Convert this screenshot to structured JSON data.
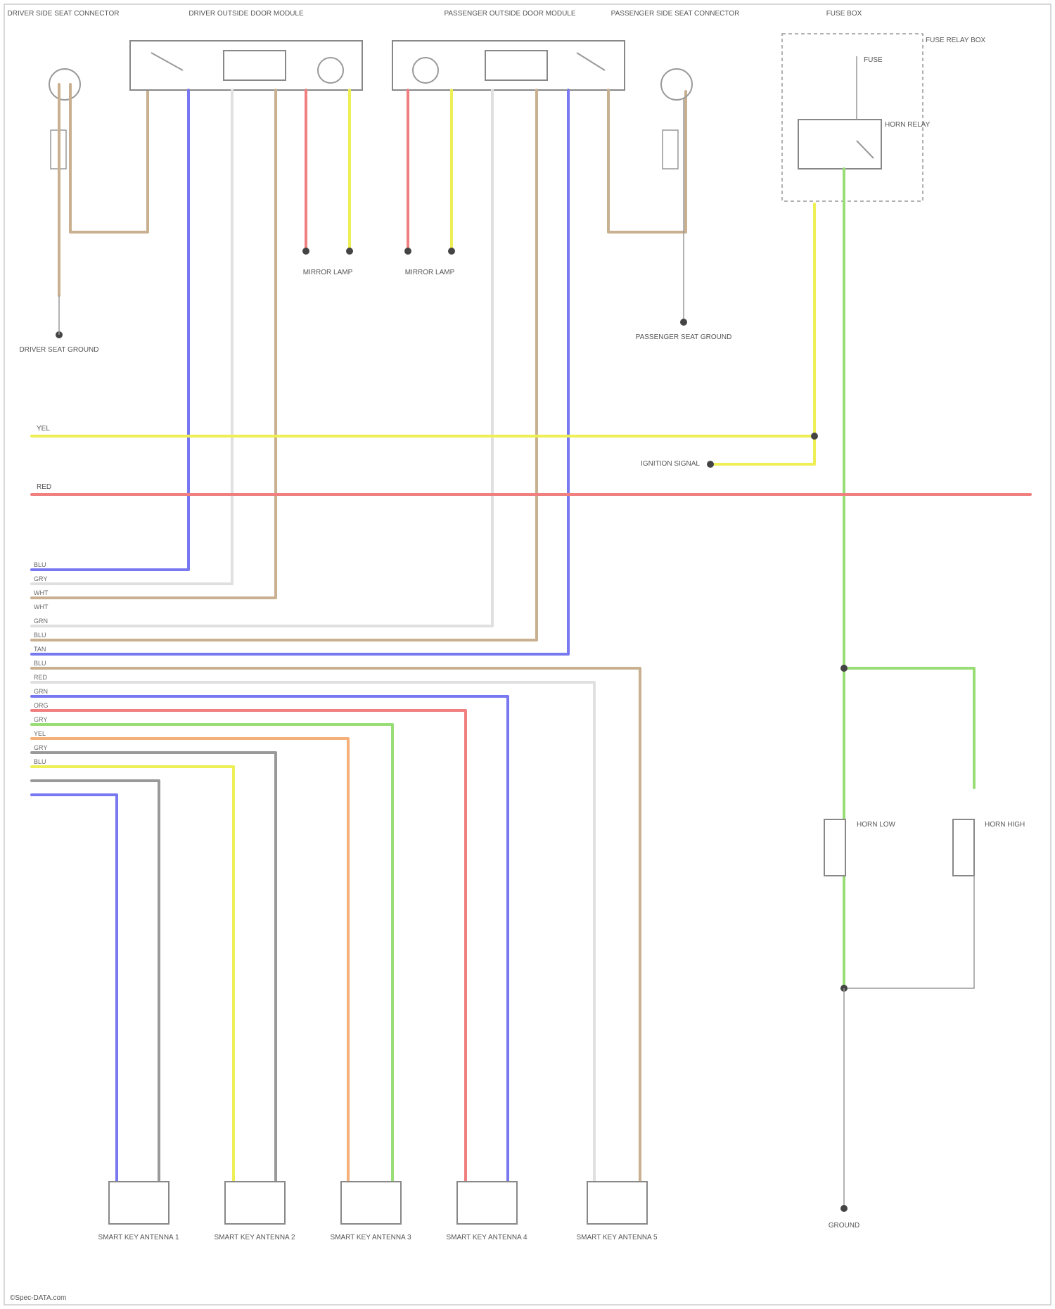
{
  "diagram": {
    "footer": "©Spec-DATA.com",
    "colors": {
      "blue": "#7878f0",
      "yellow": "#eeee55",
      "red": "#f08080",
      "green": "#99dd77",
      "orange": "#f5b07a",
      "tan": "#c8b090",
      "gray": "#999999",
      "white": "#d9d9d9",
      "olive": "#bbbb88"
    },
    "top_left": {
      "connector_label": "DRIVER SIDE SEAT CONNECTOR",
      "module_title": "DRIVER OUTSIDE DOOR MODULE",
      "ground_label": "DRIVER SEAT GROUND",
      "lamp_label": "MIRROR LAMP"
    },
    "top_right": {
      "connector_label": "PASSENGER SIDE SEAT CONNECTOR",
      "module_title": "PASSENGER OUTSIDE DOOR MODULE",
      "ground_label": "PASSENGER SEAT GROUND",
      "lamp_label": "MIRROR LAMP"
    },
    "relay_block": {
      "title": "FUSE BOX",
      "side_label": "FUSE RELAY BOX",
      "fuse_label": "FUSE",
      "relay_label": "HORN RELAY"
    },
    "bus": {
      "yellow_tag": "YEL",
      "red_tag": "RED",
      "ign_label": "IGNITION SIGNAL"
    },
    "harness_tags": [
      "BLU",
      "GRY",
      "WHT",
      "WHT",
      "GRN",
      "BLU",
      "TAN",
      "BLU",
      "RED",
      "GRN",
      "ORG",
      "GRY",
      "YEL",
      "GRY",
      "BLU"
    ],
    "horns": {
      "left": "HORN LOW",
      "right": "HORN HIGH"
    },
    "ground_bottom": "GROUND",
    "bottom_components": [
      "SMART KEY ANTENNA 1",
      "SMART KEY ANTENNA 2",
      "SMART KEY ANTENNA 3",
      "SMART KEY ANTENNA 4",
      "SMART KEY ANTENNA 5"
    ]
  }
}
